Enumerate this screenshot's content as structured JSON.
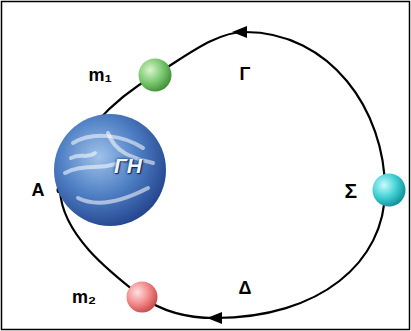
{
  "diagram": {
    "nodes": [
      {
        "text": [
          "m₁"
        ]
      },
      {
        "text": [
          "ΓΗ"
        ]
      },
      {
        "text": [
          "Σ"
        ]
      },
      {
        "text": [
          "m₂"
        ]
      }
    ],
    "labels": [
      "Γ",
      "Α",
      "Δ"
    ]
  }
}
